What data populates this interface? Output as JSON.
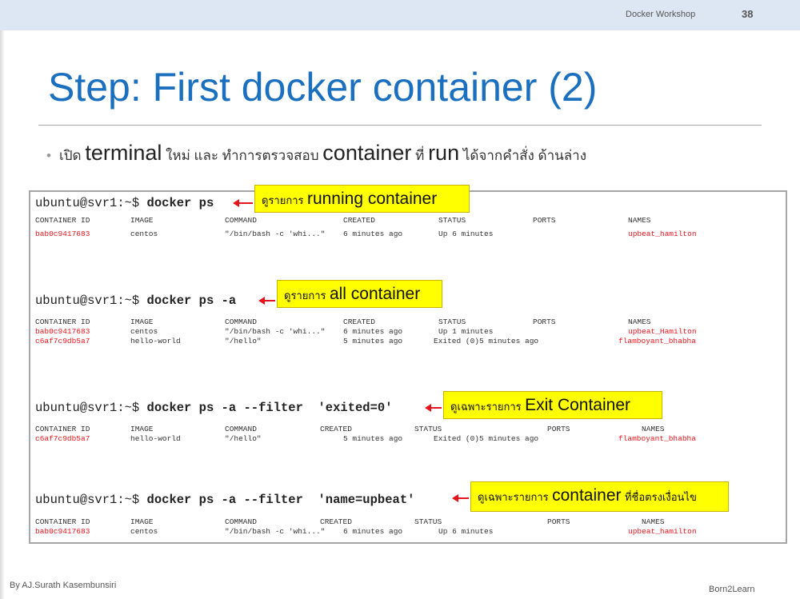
{
  "header": {
    "workshop": "Docker Workshop",
    "page": "38"
  },
  "title": "Step: First docker container (2)",
  "bullet": {
    "p1": "เปิด",
    "w1": "terminal",
    "p2": "ใหม่ และ ทำการตรวจสอบ",
    "w2": "container",
    "p3": "ที่",
    "w3": "run",
    "p4": "ได้จากคำสั่ง ด้านล่าง"
  },
  "prompt_user": "ubuntu@svr1:~$",
  "headers": {
    "cid": "CONTAINER ID",
    "image": "IMAGE",
    "command": "COMMAND",
    "created": "CREATED",
    "status": "STATUS",
    "ports": "PORTS",
    "names": "NAMES"
  },
  "blocks": [
    {
      "command": "docker ps",
      "callout": {
        "thai": "ดูรายการ",
        "eng": "running container"
      },
      "rows": [
        {
          "cid": "bab0c9417683",
          "image": "centos",
          "command": "\"/bin/bash -c 'whi...\"",
          "created": "6 minutes ago",
          "status": "Up 6 minutes",
          "names": "upbeat_hamilton"
        }
      ]
    },
    {
      "command": "docker ps -a",
      "callout": {
        "thai": "ดูรายการ",
        "eng": "all container"
      },
      "rows": [
        {
          "cid": "bab0c9417683",
          "image": "centos",
          "command": "\"/bin/bash -c 'whi...\"",
          "created": "6 minutes ago",
          "status": "Up 1 minutes",
          "names": "upbeat_Hamilton"
        },
        {
          "cid": "c6af7c9db5a7",
          "image": "hello-world",
          "command": "\"/hello\"",
          "created": "5 minutes ago",
          "status": "Exited (0)5 minutes ago",
          "names": "flamboyant_bhabha"
        }
      ]
    },
    {
      "command": "docker ps -a --filter",
      "arg": "'exited=0'",
      "callout": {
        "thai": "ดูเฉพาะรายการ",
        "eng": "Exit Container"
      },
      "rows": [
        {
          "cid": "c6af7c9db5a7",
          "image": "hello-world",
          "command": "\"/hello\"",
          "created": "5 minutes ago",
          "status": "Exited (0)5 minutes ago",
          "names": "flamboyant_bhabha"
        }
      ]
    },
    {
      "command": "docker ps -a --filter",
      "arg": "'name=upbeat'",
      "callout": {
        "thai": "ดูเฉพาะรายการ",
        "eng": "container",
        "thai2": "ที่ชื่อตรงเงื่อนไข"
      },
      "rows": [
        {
          "cid": "bab0c9417683",
          "image": "centos",
          "command": "\"/bin/bash -c 'whi...\"",
          "created": "6 minutes ago",
          "status": "Up 6 minutes",
          "names": "upbeat_hamilton"
        }
      ]
    }
  ],
  "footer": {
    "author": "By AJ.Surath Kasembunsiri",
    "brand": "Born2Learn"
  },
  "colors": {
    "title": "#1a6fbf",
    "callout": "#ffff00",
    "arrow": "#e5131b",
    "name_text": "#e8141b"
  }
}
